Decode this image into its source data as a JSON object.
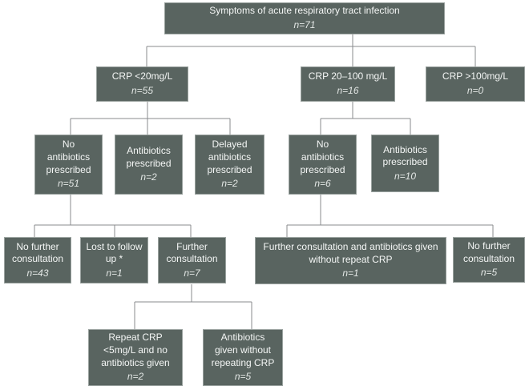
{
  "palette": {
    "box_fill": "#596460",
    "box_border": "#9aa29f",
    "box_text": "#f4f6f5",
    "count_text": "#e3e7e5",
    "connector": "#888b8d",
    "background": "#ffffff"
  },
  "nodes": {
    "root": {
      "label": "Symptoms of acute respiratory tract infection",
      "n": "n=71"
    },
    "crp_low": {
      "label": "CRP <20mg/L",
      "n": "n=55"
    },
    "crp_mid": {
      "label": "CRP 20–100 mg/L",
      "n": "n=16"
    },
    "crp_high": {
      "label": "CRP >100mg/L",
      "n": "n=0"
    },
    "low_no_abx": {
      "label": "No antibiotics prescribed",
      "n": "n=51"
    },
    "low_abx": {
      "label": "Antibiotics prescribed",
      "n": "n=2"
    },
    "low_delayed": {
      "label": "Delayed antibiotics prescribed",
      "n": "n=2"
    },
    "mid_no_abx": {
      "label": "No antibiotics prescribed",
      "n": "n=6"
    },
    "mid_abx": {
      "label": "Antibiotics prescribed",
      "n": "n=10"
    },
    "low_no_further": {
      "label": "No further consultation",
      "n": "n=43"
    },
    "low_lost": {
      "label": "Lost to follow up *",
      "n": "n=1"
    },
    "low_further": {
      "label": "Further consultation",
      "n": "n=7"
    },
    "mid_further_abx": {
      "label": "Further consultation and antibiotics given without repeat CRP",
      "n": "n=1"
    },
    "mid_no_further": {
      "label": "No further consultation",
      "n": "n=5"
    },
    "repeat_crp": {
      "label": "Repeat CRP <5mg/L and no antibiotics given",
      "n": "n=2"
    },
    "abx_no_repeat": {
      "label": "Antibiotics given without repeating CRP",
      "n": "n=5"
    }
  }
}
